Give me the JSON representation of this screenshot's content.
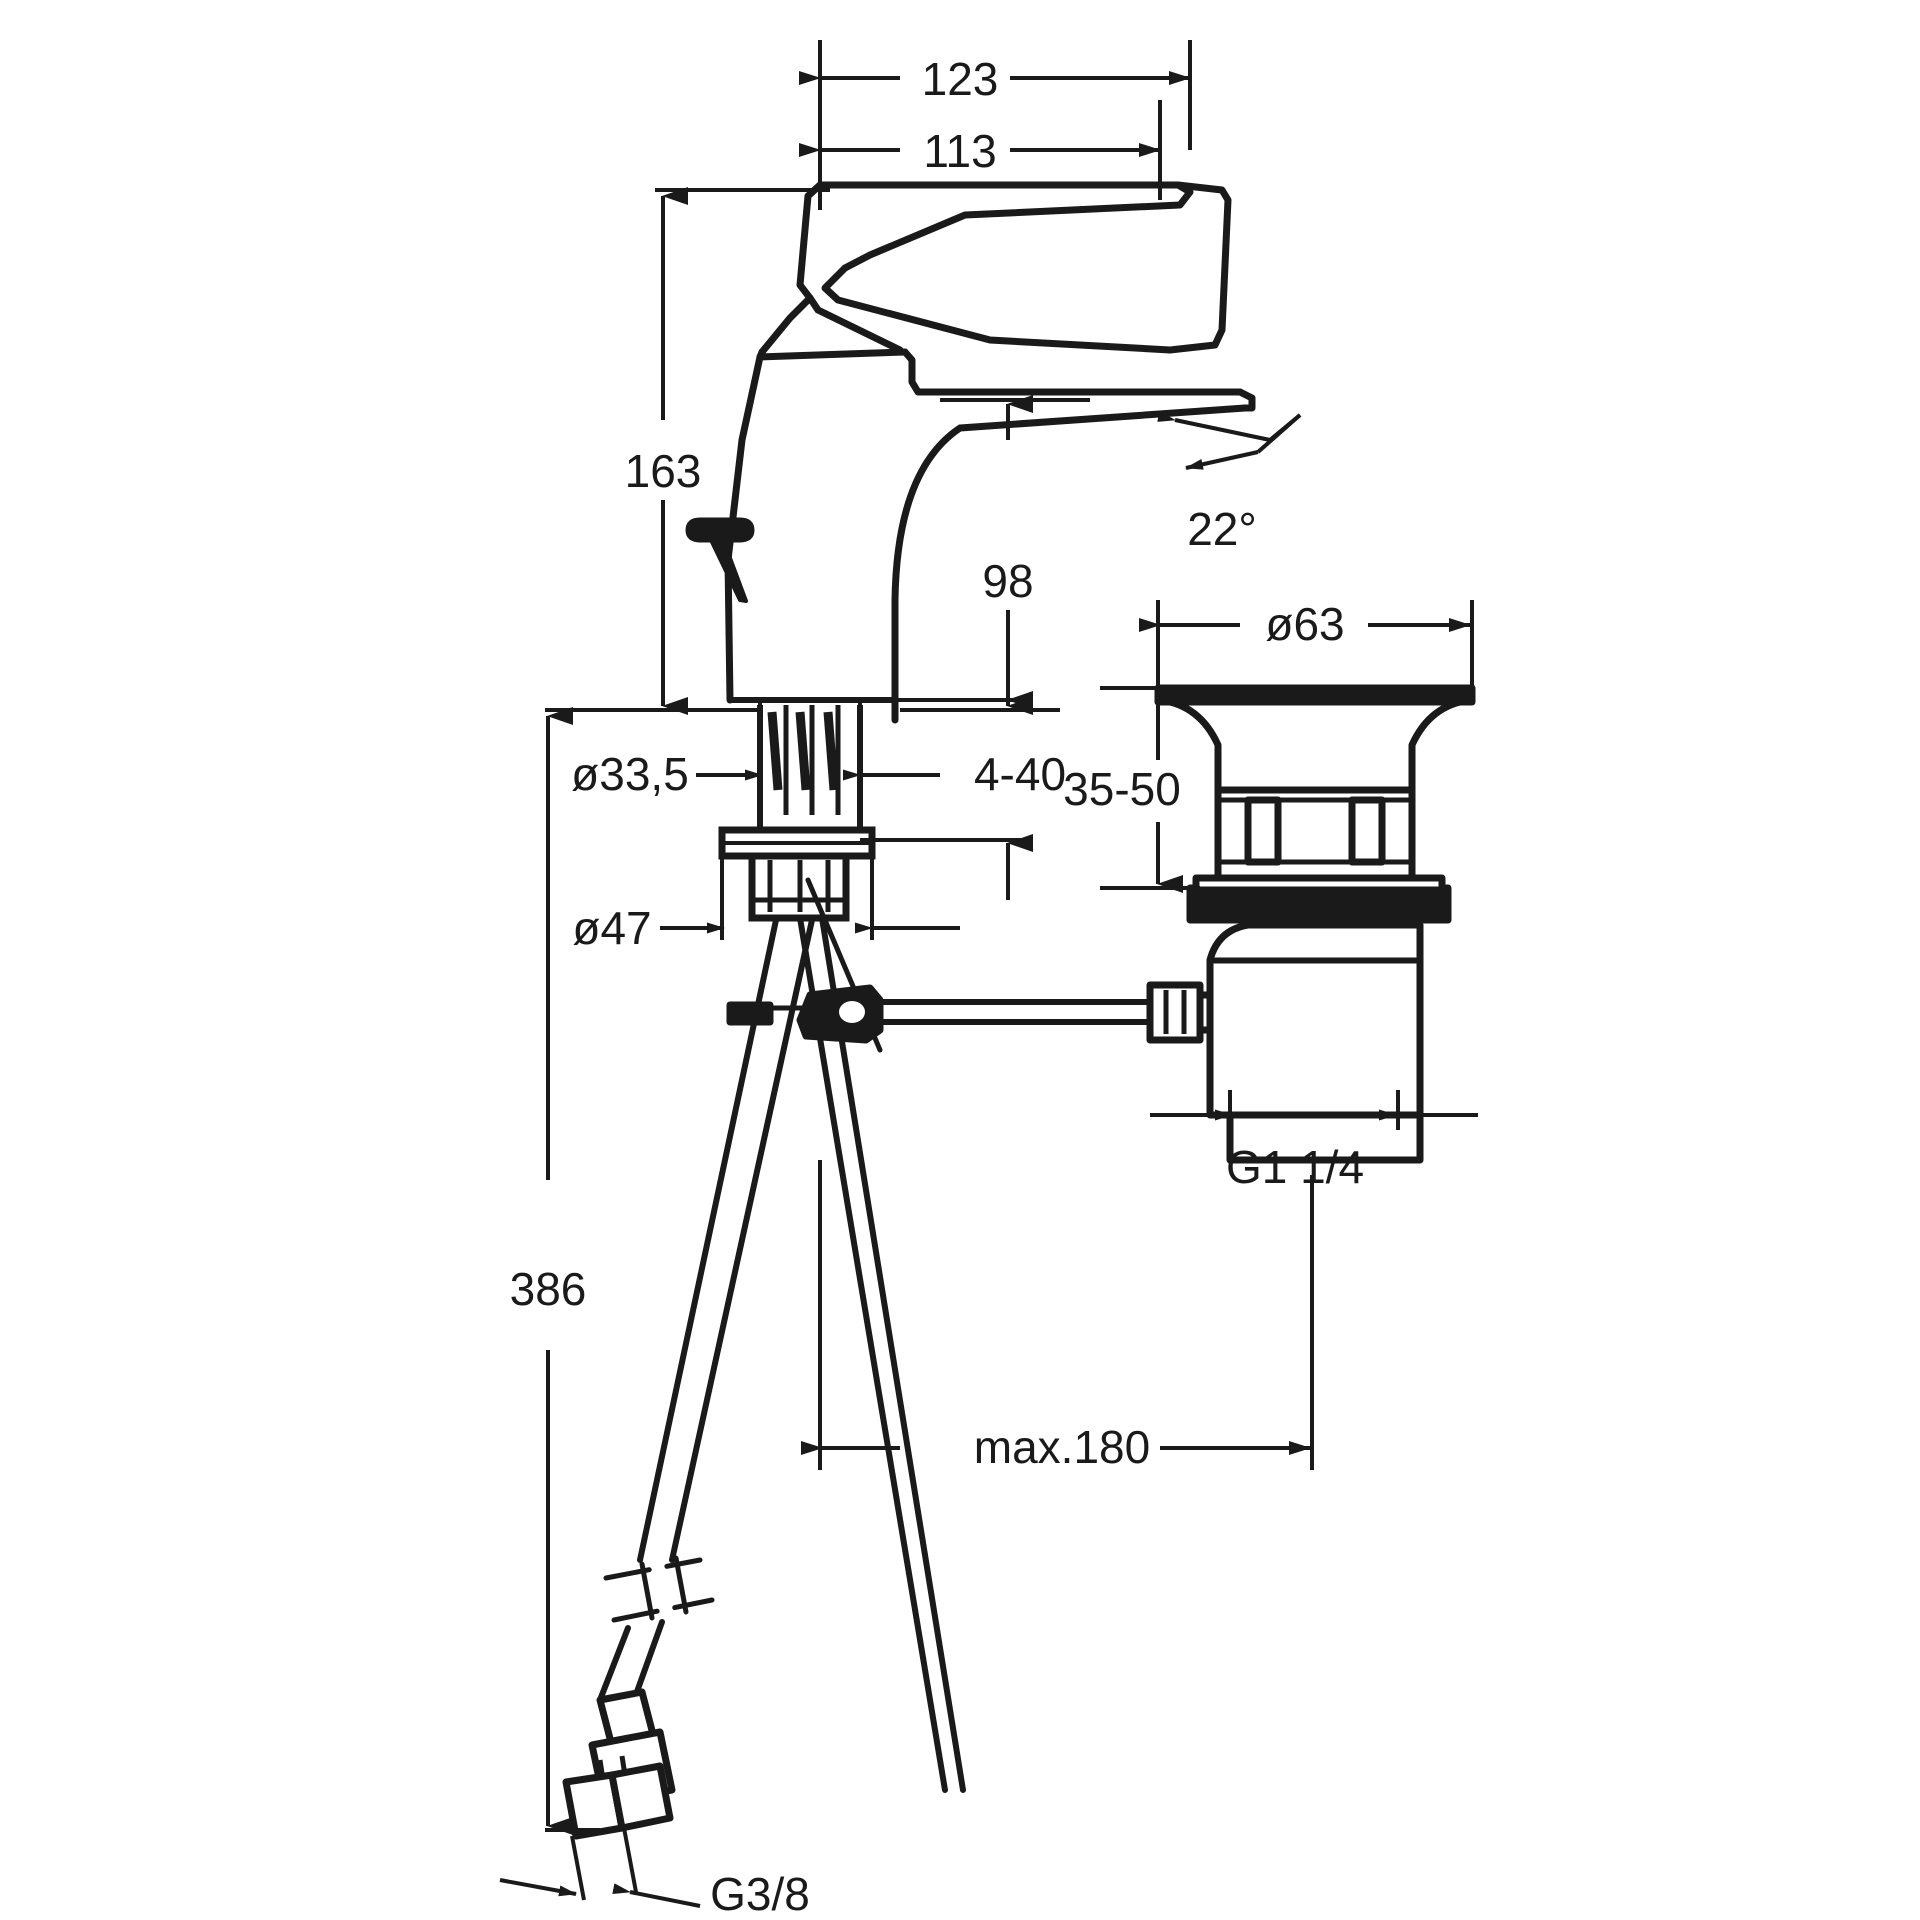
{
  "drawing": {
    "title": "Single-lever basin mixer dimensional drawing",
    "type": "technical-dimension-drawing",
    "units": "mm",
    "line_color": "#1a1a1a",
    "background_color": "#ffffff",
    "views": [
      {
        "name": "basin-mixer-side-view",
        "label": ""
      },
      {
        "name": "pop-up-waste-assembly",
        "label": ""
      }
    ]
  },
  "dimensions": {
    "overall_width": "123",
    "spout_reach": "113",
    "overall_height": "163",
    "spout_height": "98",
    "aerator_angle": "22°",
    "shank_diameter": "ø33,5",
    "base_diameter": "ø47",
    "deck_thickness_range": "4-40",
    "total_length": "386",
    "inlet_thread": "G3/8",
    "waste_flange_diameter": "ø63",
    "waste_height_range": "35-50",
    "waste_thread": "G1 1/4",
    "linkage_max": "max.180"
  },
  "labels": [
    {
      "id": "dim-123",
      "text": "123"
    },
    {
      "id": "dim-113",
      "text": "113"
    },
    {
      "id": "dim-163",
      "text": "163"
    },
    {
      "id": "dim-98",
      "text": "98"
    },
    {
      "id": "dim-22deg",
      "text": "22°"
    },
    {
      "id": "dim-d335",
      "text": "ø33,5"
    },
    {
      "id": "dim-440",
      "text": "4-40"
    },
    {
      "id": "dim-d47",
      "text": "ø47"
    },
    {
      "id": "dim-386",
      "text": "386"
    },
    {
      "id": "dim-g38",
      "text": "G3/8"
    },
    {
      "id": "dim-d63",
      "text": "ø63"
    },
    {
      "id": "dim-3550",
      "text": "35-50"
    },
    {
      "id": "dim-g114",
      "text": "G1 1/4"
    },
    {
      "id": "dim-max180",
      "text": "max.180"
    }
  ]
}
